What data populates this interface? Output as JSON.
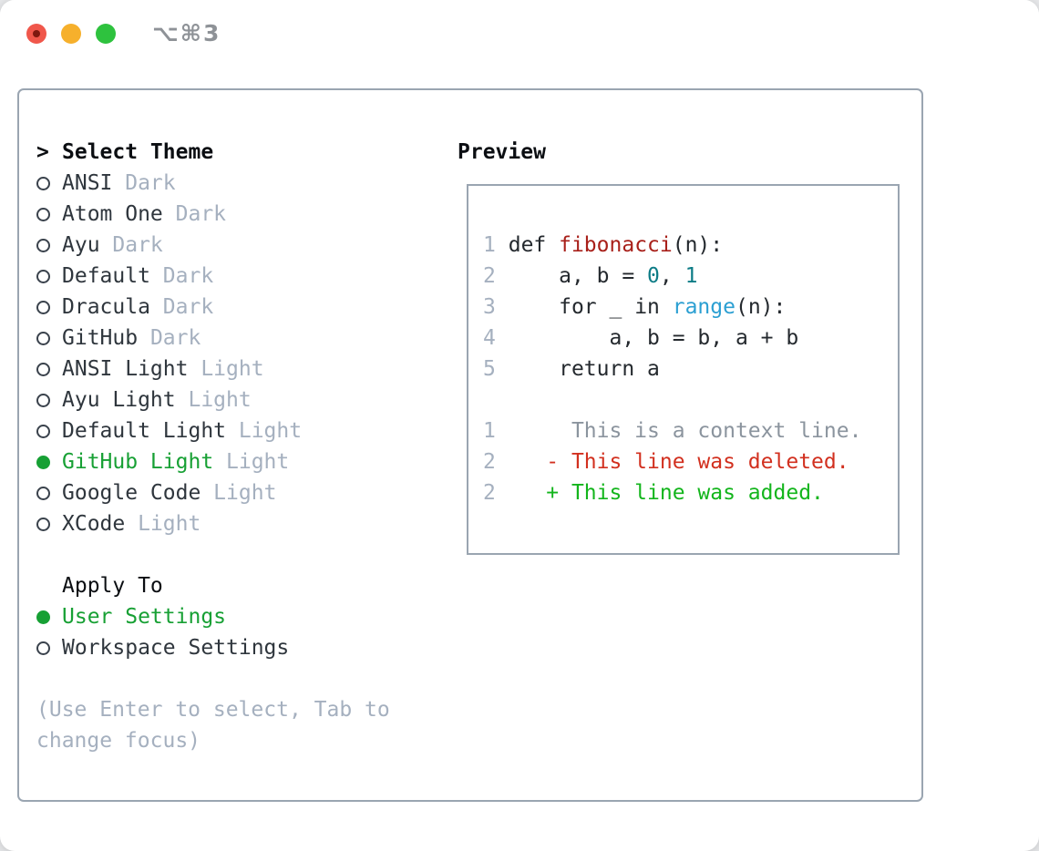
{
  "window": {
    "title": "⌥⌘3",
    "traffic_lights": [
      "close",
      "minimize",
      "zoom"
    ]
  },
  "colors": {
    "selected_green": "#17a034",
    "added_green": "#13b51c",
    "deleted_red": "#d2301f",
    "function_red": "#a8201a",
    "number_teal": "#0d7c86",
    "builtin_blue": "#2b9fd2",
    "muted_gray": "#a5b0bf",
    "context_gray": "#8b949e",
    "border_gray": "#9aa5b1",
    "traffic_red": "#f0574b",
    "traffic_yellow": "#f6b02c",
    "traffic_green": "#2ec23e"
  },
  "theme_picker": {
    "prompt_caret": ">",
    "header": "Select Theme",
    "items": [
      {
        "name": "ANSI",
        "tag": "Dark",
        "selected": false
      },
      {
        "name": "Atom One",
        "tag": "Dark",
        "selected": false
      },
      {
        "name": "Ayu",
        "tag": "Dark",
        "selected": false
      },
      {
        "name": "Default",
        "tag": "Dark",
        "selected": false
      },
      {
        "name": "Dracula",
        "tag": "Dark",
        "selected": false
      },
      {
        "name": "GitHub",
        "tag": "Dark",
        "selected": false
      },
      {
        "name": "ANSI Light",
        "tag": "Light",
        "selected": false
      },
      {
        "name": "Ayu Light",
        "tag": "Light",
        "selected": false
      },
      {
        "name": "Default Light",
        "tag": "Light",
        "selected": false
      },
      {
        "name": "GitHub Light",
        "tag": "Light",
        "selected": true
      },
      {
        "name": "Google Code",
        "tag": "Light",
        "selected": false
      },
      {
        "name": "XCode",
        "tag": "Light",
        "selected": false
      }
    ]
  },
  "apply_to": {
    "header": "Apply To",
    "options": [
      {
        "label": "User Settings",
        "selected": true
      },
      {
        "label": "Workspace Settings",
        "selected": false
      }
    ]
  },
  "help_text": "(Use Enter to select, Tab to change focus)",
  "preview": {
    "header": "Preview",
    "code_lines": [
      {
        "num": "1",
        "segments": [
          {
            "text": "def ",
            "style": "plain"
          },
          {
            "text": "fibonacci",
            "style": "function"
          },
          {
            "text": "(n):",
            "style": "plain"
          }
        ]
      },
      {
        "num": "2",
        "segments": [
          {
            "text": "    a, b = ",
            "style": "plain"
          },
          {
            "text": "0",
            "style": "number"
          },
          {
            "text": ", ",
            "style": "plain"
          },
          {
            "text": "1",
            "style": "number"
          }
        ]
      },
      {
        "num": "3",
        "segments": [
          {
            "text": "    for _ in ",
            "style": "plain"
          },
          {
            "text": "range",
            "style": "builtin"
          },
          {
            "text": "(n):",
            "style": "plain"
          }
        ]
      },
      {
        "num": "4",
        "segments": [
          {
            "text": "        a, b = b, a + b",
            "style": "plain"
          }
        ]
      },
      {
        "num": "5",
        "segments": [
          {
            "text": "    return a",
            "style": "plain"
          }
        ]
      }
    ],
    "diff_lines": [
      {
        "num": "1",
        "marker": " ",
        "text": "This is a context line.",
        "kind": "context"
      },
      {
        "num": "2",
        "marker": "-",
        "text": "This line was deleted.",
        "kind": "deleted"
      },
      {
        "num": "2",
        "marker": "+",
        "text": "This line was added.",
        "kind": "added"
      }
    ]
  }
}
